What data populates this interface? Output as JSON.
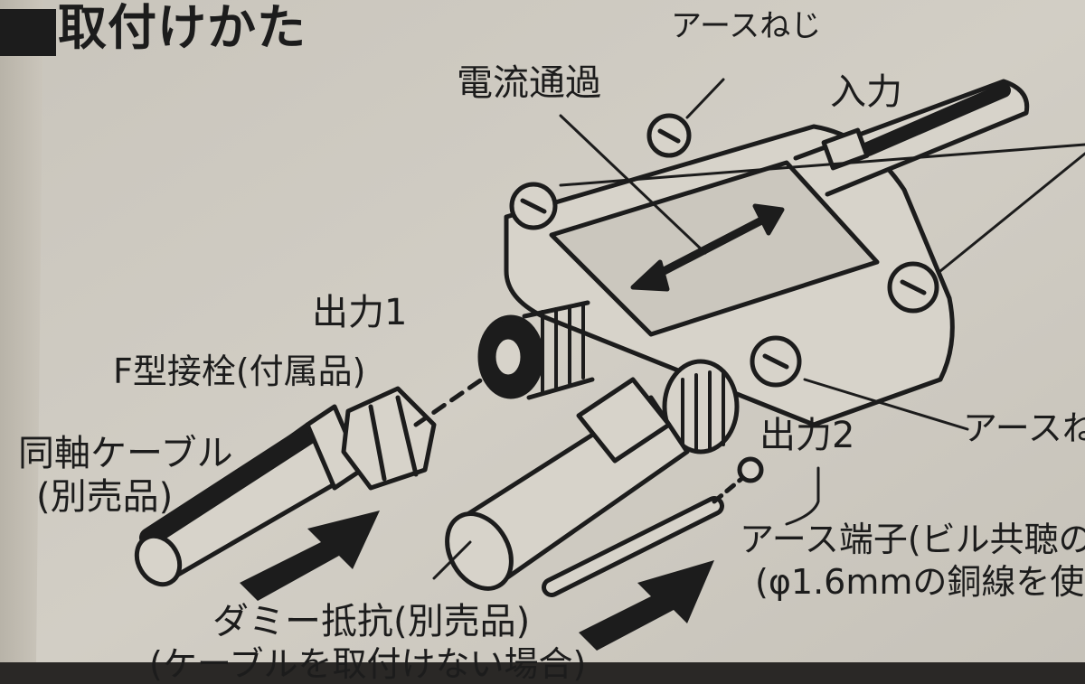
{
  "heading": "取付けかた",
  "labels": {
    "earth_screw_top": "アースねじ",
    "current_pass": "電流通過",
    "input": "入力",
    "output1": "出力1",
    "f_connector": "F型接栓(付属品)",
    "coax_cable": "同軸ケーブル",
    "coax_cable_note": "(別売品)",
    "output2": "出力2",
    "earth_screw_right": "アースね",
    "earth_terminal": "アース端子(ビル共聴の",
    "earth_wire": "(φ1.6mmの銅線を使",
    "dummy_resistor": "ダミー抵抗(別売品)",
    "dummy_note": "(ケーブルを取付けない場合)"
  },
  "colors": {
    "paper": "#cfcbc2",
    "ink": "#1c1c1c",
    "spine": "#2a2826"
  }
}
